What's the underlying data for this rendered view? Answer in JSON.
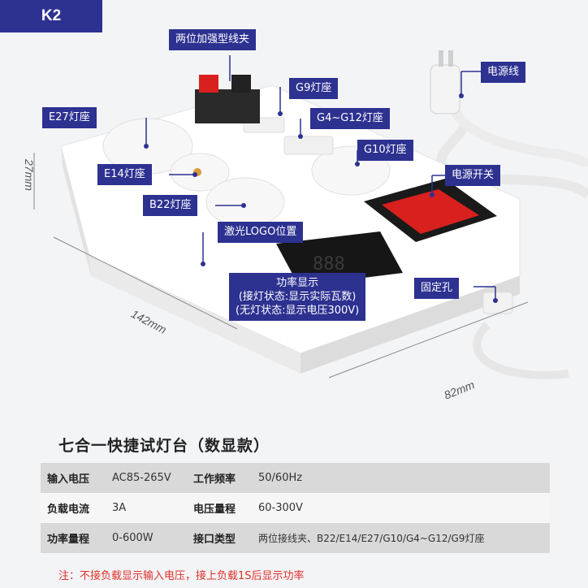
{
  "badge": "K2",
  "callouts": {
    "clamp": "两位加强型线夹",
    "g9": "G9灯座",
    "e27": "E27灯座",
    "g4g12": "G4~G12灯座",
    "g10": "G10灯座",
    "e14": "E14灯座",
    "b22": "B22灯座",
    "power_cord": "电源线",
    "power_switch": "电源开关",
    "laser_logo": "激光LOGO位置",
    "mount_hole": "固定孔",
    "power_display": {
      "line1": "功率显示",
      "line2": "(接灯状态:显示实际瓦数)",
      "line3": "(无灯状态:显示电压300V)"
    }
  },
  "dimensions": {
    "height": "27mm",
    "length": "142mm",
    "width": "82mm"
  },
  "product_title": "七合一快捷试灯台（数显款）",
  "specs": [
    {
      "label1": "输入电压",
      "value1": "AC85-265V",
      "label2": "工作频率",
      "value2": "50/60Hz"
    },
    {
      "label1": "负载电流",
      "value1": "3A",
      "label2": "电压量程",
      "value2": "60-300V"
    },
    {
      "label1": "功率量程",
      "value1": "0-600W",
      "label2": "接口类型",
      "value2": "两位接线夹、B22/E14/E27/G10/G4~G12/G9灯座"
    }
  ],
  "note": "注：不接负载显示输入电压，接上负载1S后显示功率",
  "colors": {
    "accent": "#2d3190",
    "switch_red": "#d8201e",
    "note_red": "#e0302a"
  }
}
